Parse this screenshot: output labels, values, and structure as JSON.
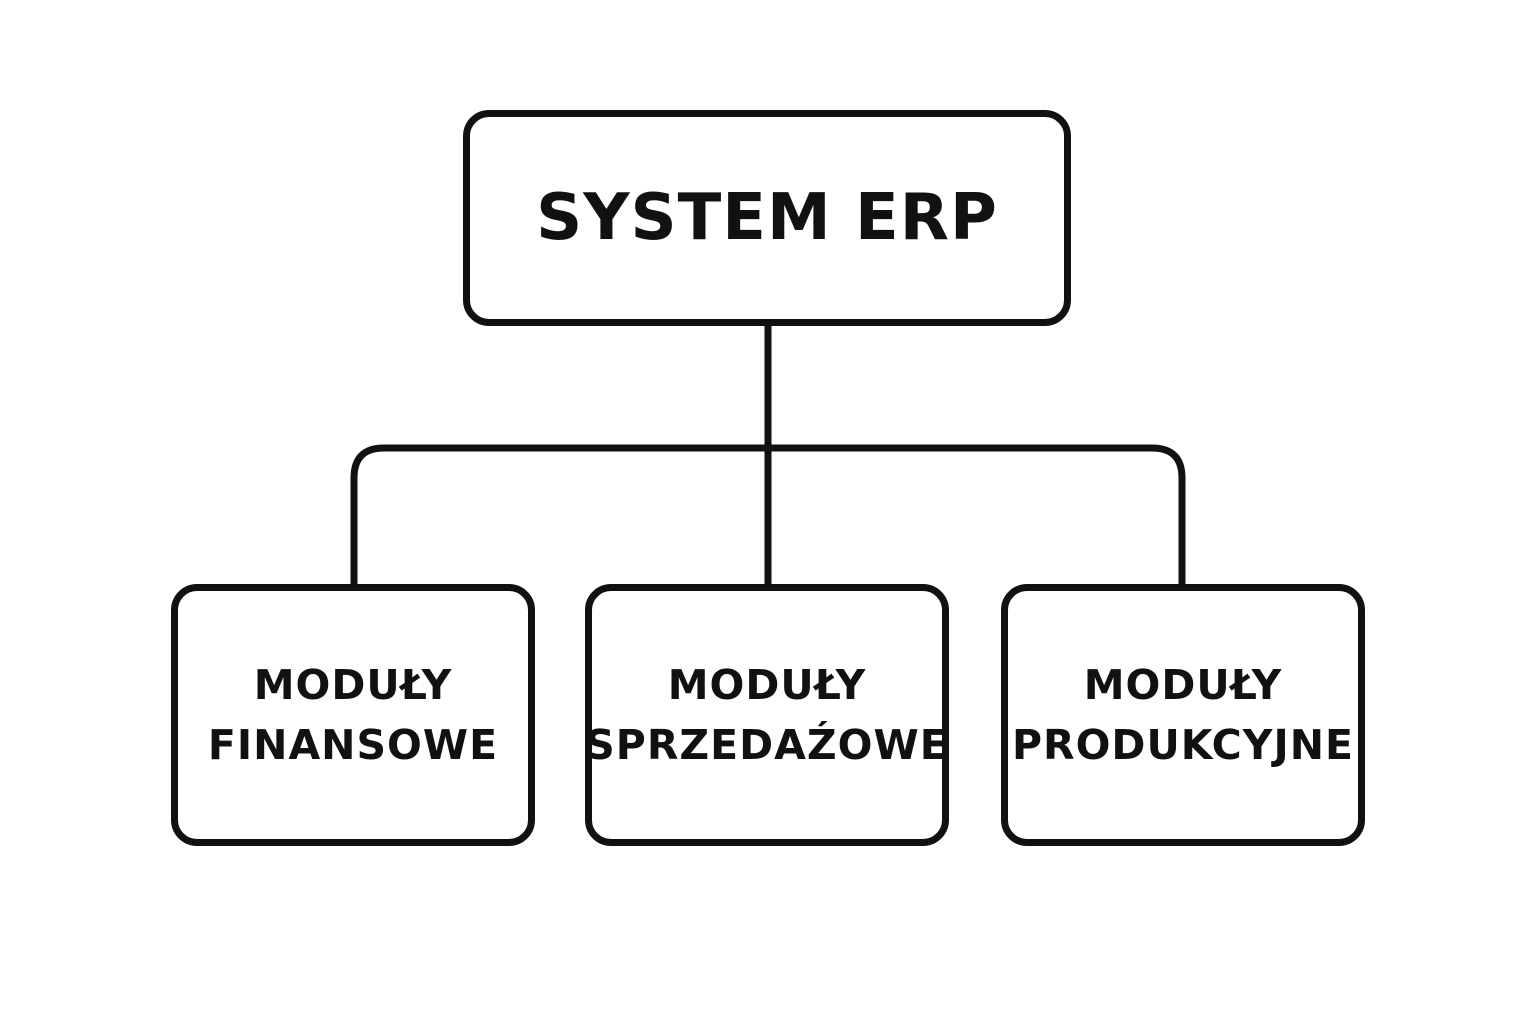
{
  "diagram": {
    "root": {
      "label": "SYSTEM ERP"
    },
    "children": [
      {
        "line1": "MODUŁY",
        "line2": "FINANSOWE"
      },
      {
        "line1": "MODUŁY",
        "line2": "SPRZEDAŹOWE"
      },
      {
        "line1": "MODUŁY",
        "line2": "PRODUKCYJNE"
      }
    ],
    "colors": {
      "stroke": "#111111",
      "background": "#ffffff"
    }
  }
}
